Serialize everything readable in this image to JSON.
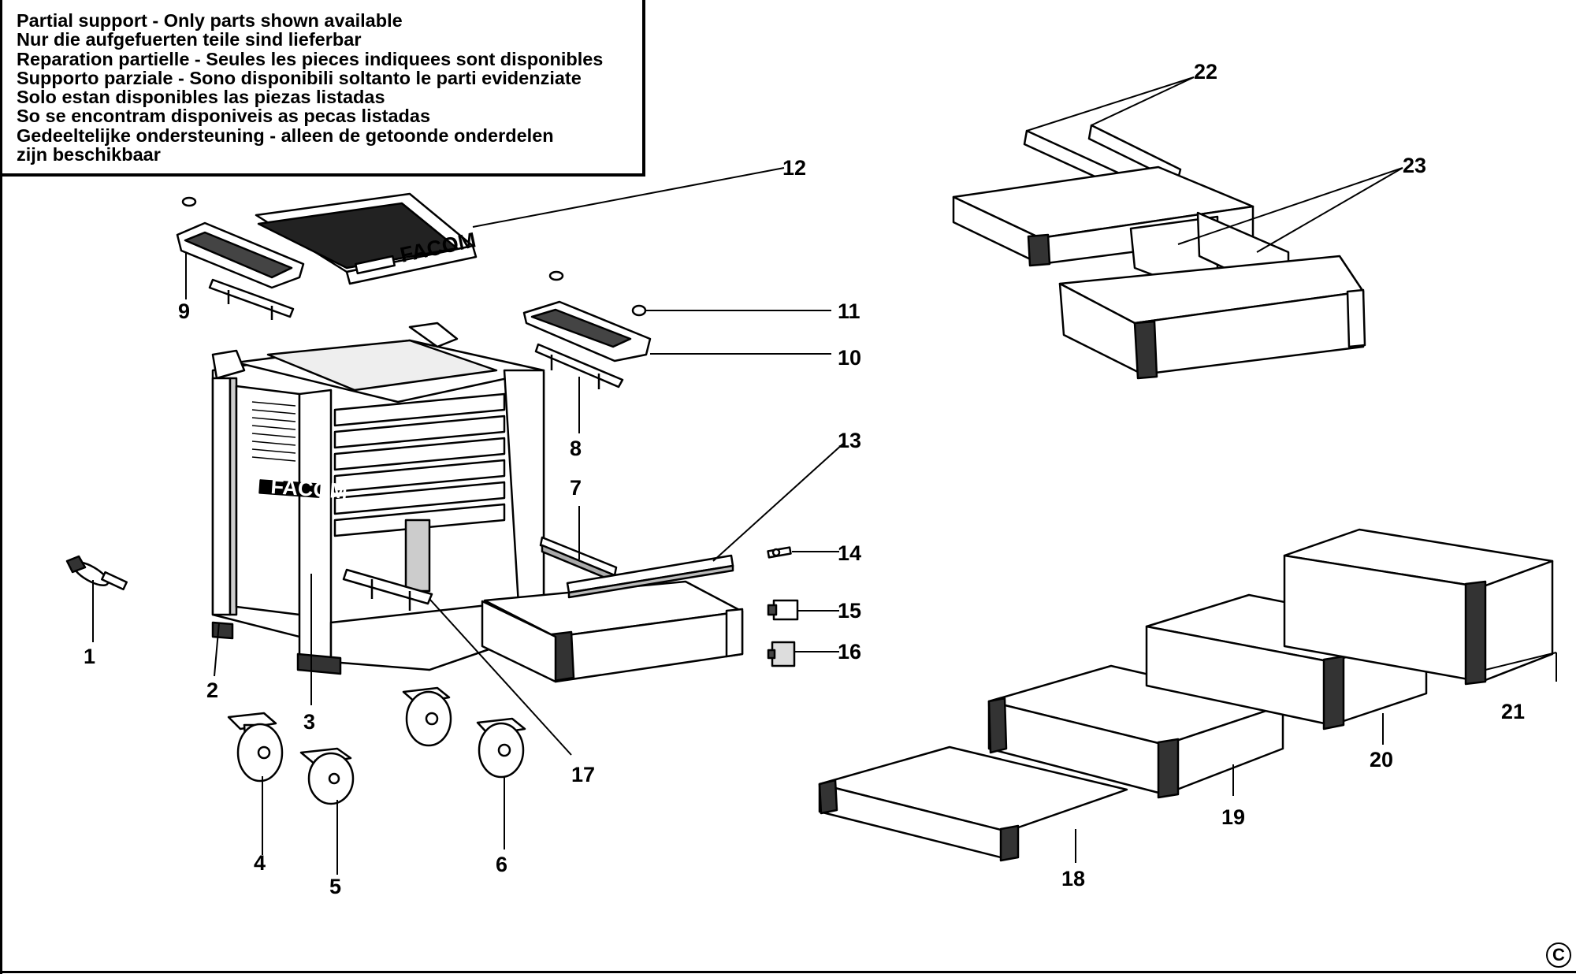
{
  "notice": {
    "lines": [
      "Partial support - Only parts shown available",
      "Nur die aufgefuerten teile sind lieferbar",
      "Reparation partielle - Seules les pieces indiquees sont disponibles",
      "Supporto parziale - Sono disponibili soltanto le parti evidenziate",
      "Solo estan disponibles las piezas listadas",
      "So se encontram disponiveis as pecas listadas",
      "Gedeeltelijke ondersteuning - alleen de getoonde onderdelen",
      "zijn beschikbaar"
    ]
  },
  "brand": {
    "logo_text": "FACOM"
  },
  "callouts": [
    {
      "id": "1",
      "label": "1"
    },
    {
      "id": "2",
      "label": "2"
    },
    {
      "id": "3",
      "label": "3"
    },
    {
      "id": "4",
      "label": "4"
    },
    {
      "id": "5",
      "label": "5"
    },
    {
      "id": "6",
      "label": "6"
    },
    {
      "id": "7",
      "label": "7"
    },
    {
      "id": "8",
      "label": "8"
    },
    {
      "id": "9",
      "label": "9"
    },
    {
      "id": "10",
      "label": "10"
    },
    {
      "id": "11",
      "label": "11"
    },
    {
      "id": "12",
      "label": "12"
    },
    {
      "id": "13",
      "label": "13"
    },
    {
      "id": "14",
      "label": "14"
    },
    {
      "id": "15",
      "label": "15"
    },
    {
      "id": "16",
      "label": "16"
    },
    {
      "id": "17",
      "label": "17"
    },
    {
      "id": "18",
      "label": "18"
    },
    {
      "id": "19",
      "label": "19"
    },
    {
      "id": "20",
      "label": "20"
    },
    {
      "id": "21",
      "label": "21"
    },
    {
      "id": "22",
      "label": "22"
    },
    {
      "id": "23",
      "label": "23"
    }
  ],
  "copyright_symbol": "C",
  "colors": {
    "ink": "#000000",
    "fill": "#ffffff",
    "shade": "#d9d9d9",
    "dark": "#555555"
  }
}
